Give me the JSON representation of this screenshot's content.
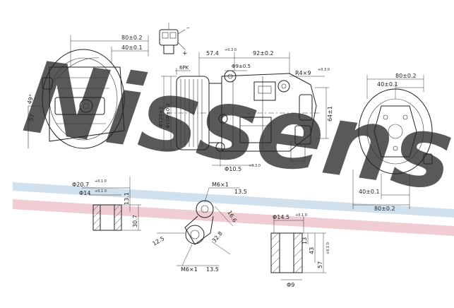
{
  "watermark": {
    "text": "Nissens",
    "color": "#c9dcea",
    "stripe_blue": "#bcd3e6",
    "stripe_red": "#e9b8c0"
  },
  "dimensions": {
    "top_left": {
      "w_outer": "80±0.2",
      "w_inner": "40±0.1",
      "angle": "49°",
      "depth": "57"
    },
    "connector": {
      "minus": "–",
      "plus": "+"
    },
    "main": {
      "d1": "57.4",
      "d1_tol": "+0.3\n0",
      "d2": "92±0.2",
      "hole_top": "Φ9±0.5",
      "belt": "6PK",
      "pulley_dia": "Φ108±0.3",
      "body_dia": "Φ120±2",
      "r_note": "R4×9",
      "r_tol": "+0.3\n0",
      "side": "64±1",
      "bottom_hole": "Φ10.5",
      "bottom_tol": "+0.3\n0"
    },
    "right": {
      "w_outer": "80±0.2",
      "w_inner": "40±0.1",
      "b_inner": "40±0.1",
      "b_outer": "80±0.2"
    },
    "port_left": {
      "outer": "Φ20.7",
      "outer_tol": "+0.1\n0",
      "inner": "Φ14",
      "inner_tol": "+0.1\n0",
      "h1": "13.1",
      "h2": "30.7"
    },
    "flange": {
      "thread_top": "M6×1",
      "thread_top_depth": "13.5",
      "angle": "16.6",
      "radius": "12.5",
      "span": "32.8",
      "thread_bot": "M6×1",
      "thread_bot_depth": "13.5"
    },
    "port_right": {
      "bore": "Φ14.5",
      "bore_tol": "+0.1\n0",
      "h1": "13",
      "h2": "43",
      "h3": "57",
      "h3_tol": "+0.1\n0",
      "bottom": "Φ9"
    }
  }
}
